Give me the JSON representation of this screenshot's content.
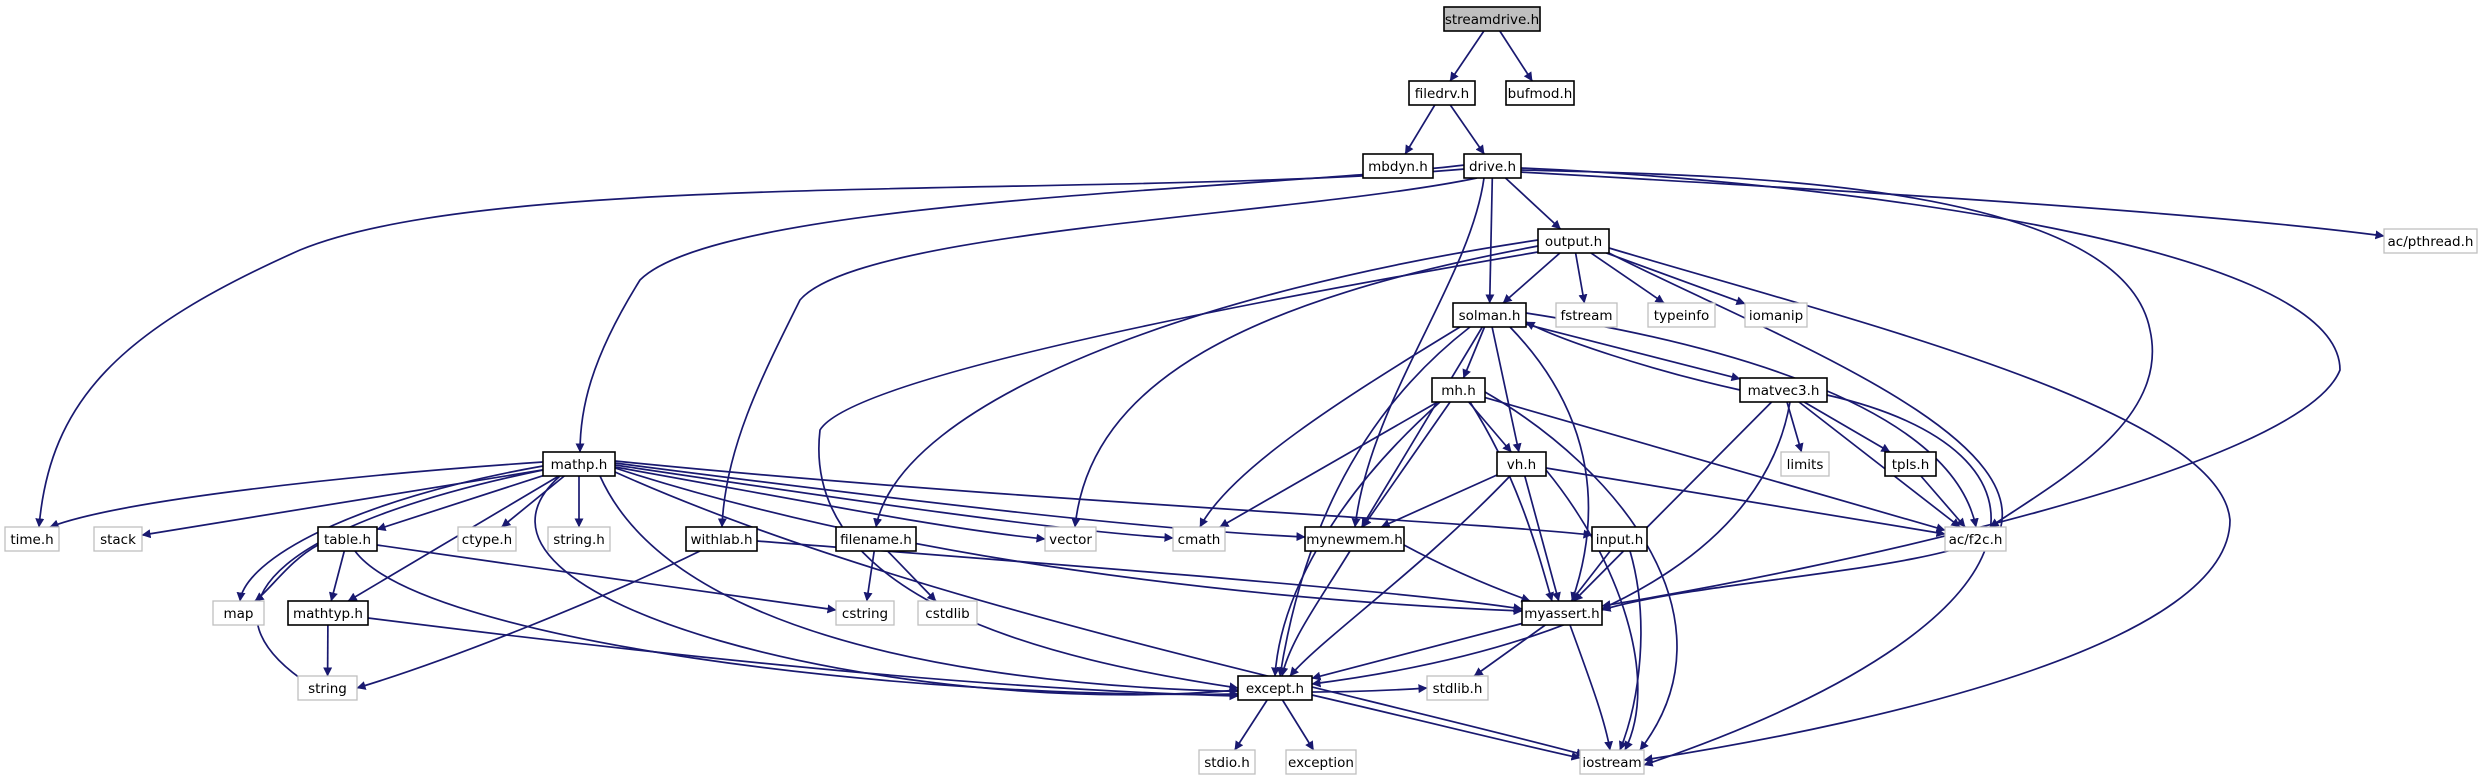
{
  "colors": {
    "edge": "#191970",
    "node_border": "#000000",
    "external_border": "#bfbfbf",
    "root_fill": "#bfbfbf",
    "background": "#ffffff"
  },
  "graph": {
    "nodes": [
      {
        "id": "streamdrive",
        "label": "streamdrive.h",
        "kind": "root"
      },
      {
        "id": "filedrv",
        "label": "filedrv.h",
        "kind": "local"
      },
      {
        "id": "bufmod",
        "label": "bufmod.h",
        "kind": "local"
      },
      {
        "id": "mbdyn",
        "label": "mbdyn.h",
        "kind": "local"
      },
      {
        "id": "drive",
        "label": "drive.h",
        "kind": "local"
      },
      {
        "id": "pthread",
        "label": "ac/pthread.h",
        "kind": "external"
      },
      {
        "id": "output",
        "label": "output.h",
        "kind": "local"
      },
      {
        "id": "solman",
        "label": "solman.h",
        "kind": "local"
      },
      {
        "id": "fstream",
        "label": "fstream",
        "kind": "external"
      },
      {
        "id": "typeinfo",
        "label": "typeinfo",
        "kind": "external"
      },
      {
        "id": "iomanip",
        "label": "iomanip",
        "kind": "external"
      },
      {
        "id": "mh",
        "label": "mh.h",
        "kind": "local"
      },
      {
        "id": "matvec3",
        "label": "matvec3.h",
        "kind": "local"
      },
      {
        "id": "limits",
        "label": "limits",
        "kind": "external"
      },
      {
        "id": "tpls",
        "label": "tpls.h",
        "kind": "local"
      },
      {
        "id": "vh",
        "label": "vh.h",
        "kind": "local"
      },
      {
        "id": "mathp",
        "label": "mathp.h",
        "kind": "local"
      },
      {
        "id": "timeh",
        "label": "time.h",
        "kind": "external"
      },
      {
        "id": "stack",
        "label": "stack",
        "kind": "external"
      },
      {
        "id": "ctype",
        "label": "ctype.h",
        "kind": "external"
      },
      {
        "id": "stringh",
        "label": "string.h",
        "kind": "external"
      },
      {
        "id": "withlab",
        "label": "withlab.h",
        "kind": "local"
      },
      {
        "id": "filename",
        "label": "filename.h",
        "kind": "local"
      },
      {
        "id": "vector",
        "label": "vector",
        "kind": "external"
      },
      {
        "id": "cmath",
        "label": "cmath",
        "kind": "external"
      },
      {
        "id": "mynewmem",
        "label": "mynewmem.h",
        "kind": "local"
      },
      {
        "id": "input",
        "label": "input.h",
        "kind": "local"
      },
      {
        "id": "f2c",
        "label": "ac/f2c.h",
        "kind": "external"
      },
      {
        "id": "table",
        "label": "table.h",
        "kind": "local"
      },
      {
        "id": "map",
        "label": "map",
        "kind": "external"
      },
      {
        "id": "mathtyp",
        "label": "mathtyp.h",
        "kind": "local"
      },
      {
        "id": "cstring",
        "label": "cstring",
        "kind": "external"
      },
      {
        "id": "cstdlib",
        "label": "cstdlib",
        "kind": "external"
      },
      {
        "id": "myassert",
        "label": "myassert.h",
        "kind": "local"
      },
      {
        "id": "string",
        "label": "string",
        "kind": "external"
      },
      {
        "id": "except",
        "label": "except.h",
        "kind": "local"
      },
      {
        "id": "stdlib",
        "label": "stdlib.h",
        "kind": "external"
      },
      {
        "id": "stdio",
        "label": "stdio.h",
        "kind": "external"
      },
      {
        "id": "exception",
        "label": "exception",
        "kind": "external"
      },
      {
        "id": "iostream",
        "label": "iostream",
        "kind": "external"
      }
    ],
    "edges": [
      [
        "streamdrive",
        "filedrv"
      ],
      [
        "streamdrive",
        "bufmod"
      ],
      [
        "filedrv",
        "mbdyn"
      ],
      [
        "filedrv",
        "drive"
      ],
      [
        "drive",
        "pthread"
      ],
      [
        "drive",
        "output"
      ],
      [
        "drive",
        "solman"
      ],
      [
        "drive",
        "mynewmem"
      ],
      [
        "drive",
        "withlab"
      ],
      [
        "drive",
        "mathp"
      ],
      [
        "drive",
        "timeh"
      ],
      [
        "drive",
        "f2c"
      ],
      [
        "drive",
        "myassert"
      ],
      [
        "output",
        "solman"
      ],
      [
        "output",
        "fstream"
      ],
      [
        "output",
        "typeinfo"
      ],
      [
        "output",
        "iomanip"
      ],
      [
        "output",
        "iostream"
      ],
      [
        "output",
        "myassert"
      ],
      [
        "output",
        "vector"
      ],
      [
        "output",
        "filename"
      ],
      [
        "output",
        "except"
      ],
      [
        "solman",
        "mh"
      ],
      [
        "solman",
        "matvec3"
      ],
      [
        "solman",
        "vh"
      ],
      [
        "solman",
        "mynewmem"
      ],
      [
        "solman",
        "cmath"
      ],
      [
        "solman",
        "f2c"
      ],
      [
        "solman",
        "myassert"
      ],
      [
        "solman",
        "except"
      ],
      [
        "matvec3",
        "solman"
      ],
      [
        "matvec3",
        "limits"
      ],
      [
        "matvec3",
        "tpls"
      ],
      [
        "matvec3",
        "f2c"
      ],
      [
        "matvec3",
        "myassert"
      ],
      [
        "matvec3",
        "except"
      ],
      [
        "matvec3",
        "iostream"
      ],
      [
        "tpls",
        "f2c"
      ],
      [
        "mh",
        "vh"
      ],
      [
        "mh",
        "mynewmem"
      ],
      [
        "mh",
        "cmath"
      ],
      [
        "mh",
        "f2c"
      ],
      [
        "mh",
        "myassert"
      ],
      [
        "mh",
        "except"
      ],
      [
        "mh",
        "iostream"
      ],
      [
        "vh",
        "mynewmem"
      ],
      [
        "vh",
        "f2c"
      ],
      [
        "vh",
        "myassert"
      ],
      [
        "vh",
        "except"
      ],
      [
        "vh",
        "iostream"
      ],
      [
        "mathp",
        "timeh"
      ],
      [
        "mathp",
        "stack"
      ],
      [
        "mathp",
        "map"
      ],
      [
        "mathp",
        "string"
      ],
      [
        "mathp",
        "table"
      ],
      [
        "mathp",
        "mathtyp"
      ],
      [
        "mathp",
        "ctype"
      ],
      [
        "mathp",
        "stringh"
      ],
      [
        "mathp",
        "vector"
      ],
      [
        "mathp",
        "cmath"
      ],
      [
        "mathp",
        "mynewmem"
      ],
      [
        "mathp",
        "input"
      ],
      [
        "mathp",
        "myassert"
      ],
      [
        "mathp",
        "except"
      ],
      [
        "mathp",
        "stdlib"
      ],
      [
        "mathp",
        "iostream"
      ],
      [
        "table",
        "map"
      ],
      [
        "table",
        "mathtyp"
      ],
      [
        "table",
        "cstring"
      ],
      [
        "table",
        "except"
      ],
      [
        "mathtyp",
        "string"
      ],
      [
        "mathtyp",
        "except"
      ],
      [
        "withlab",
        "string"
      ],
      [
        "withlab",
        "myassert"
      ],
      [
        "filename",
        "cstring"
      ],
      [
        "filename",
        "cstdlib"
      ],
      [
        "input",
        "myassert"
      ],
      [
        "input",
        "iostream"
      ],
      [
        "mynewmem",
        "myassert"
      ],
      [
        "mynewmem",
        "except"
      ],
      [
        "myassert",
        "except"
      ],
      [
        "myassert",
        "stdlib"
      ],
      [
        "myassert",
        "iostream"
      ],
      [
        "except",
        "stdio"
      ],
      [
        "except",
        "exception"
      ],
      [
        "except",
        "iostream"
      ]
    ]
  }
}
